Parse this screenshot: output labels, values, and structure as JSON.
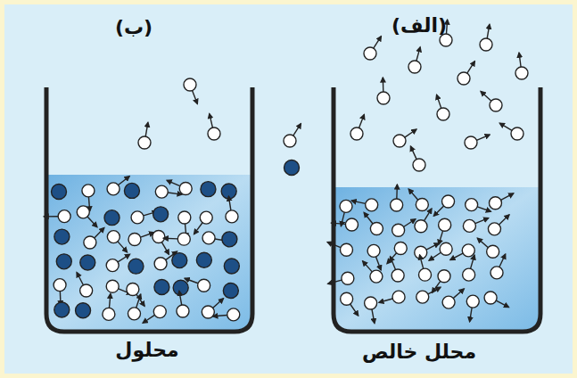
{
  "diagram": {
    "labels": [
      "(ب)",
      "(الف)",
      "محلول",
      "محلل خالص"
    ]
  }
}
